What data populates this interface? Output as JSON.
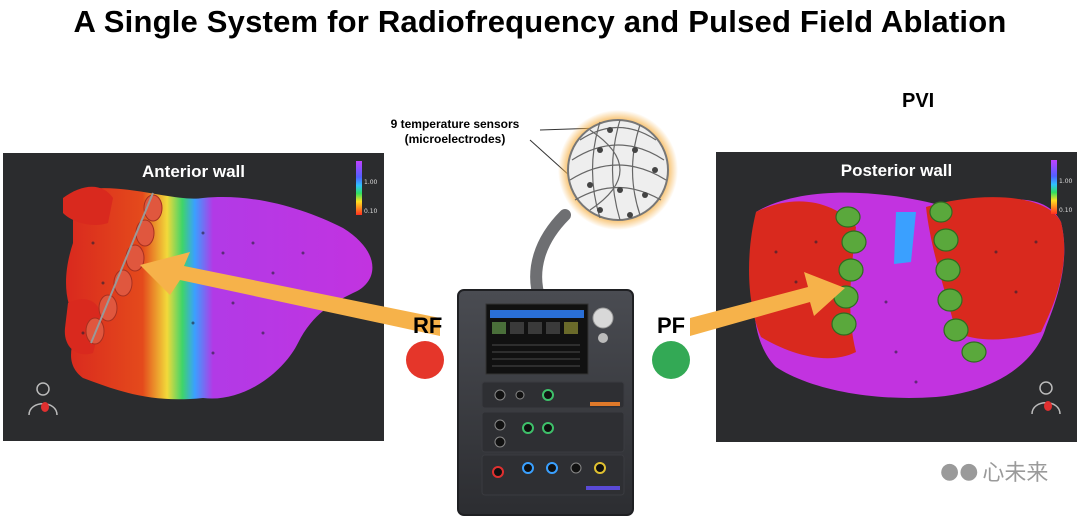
{
  "title": "A Single System for Radiofrequency and Pulsed Field Ablation",
  "pvi_label": "PVI",
  "sensor_label_line1": "9 temperature sensors",
  "sensor_label_line2": "(microelectrodes)",
  "left_panel": {
    "title": "Anterior wall",
    "scale_top": "1.00",
    "scale_bottom": "0.10"
  },
  "right_panel": {
    "title": "Posterior wall",
    "scale_top": "1.00",
    "scale_bottom": "0.10"
  },
  "rf_label": "RF",
  "pf_label": "PF",
  "watermark": "心未来",
  "colors": {
    "rf": "#e5362a",
    "pf": "#33a955",
    "arrow": "#f6b24a",
    "panel_bg": "#2b2c2e",
    "tissue_purple": "#c233e0",
    "tissue_red": "#d9291e",
    "lesion_green": "#5aa83c"
  },
  "icons": [
    "human-torso-icon",
    "wechat-icon"
  ]
}
